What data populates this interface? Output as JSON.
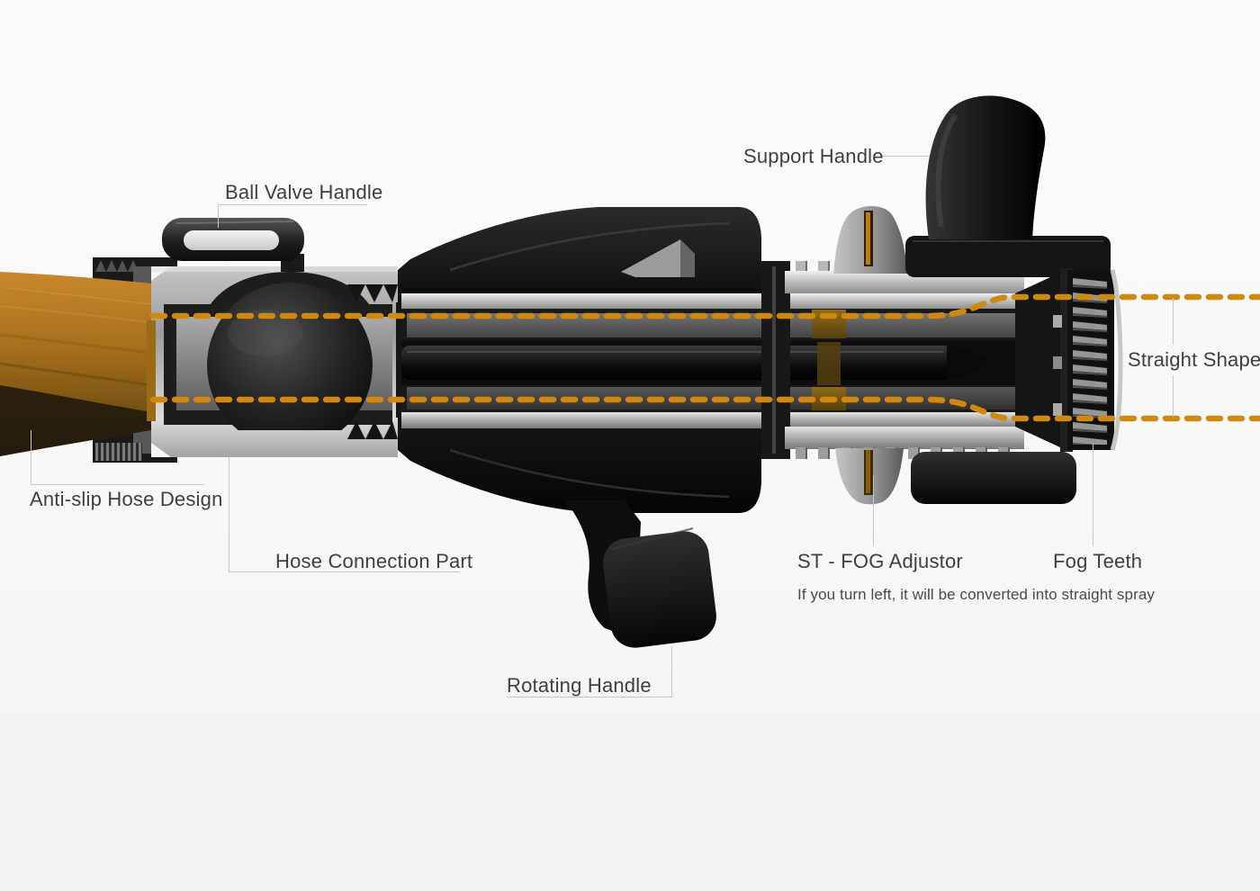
{
  "colors": {
    "background": "#FAFAFA",
    "label_text": "#3F3F3F",
    "note_text": "#4A4A4A",
    "leader_line": "#C8C8C8",
    "spray_path": "#D0880F",
    "hose_accent": "#A9701B"
  },
  "annotations": {
    "ball_valve_handle": "Ball Valve Handle",
    "support_handle": "Support Handle",
    "straight_shape": "Straight Shape",
    "anti_slip_hose_design": "Anti-slip Hose Design",
    "hose_connection_part": "Hose Connection Part",
    "st_fog_adjustor": "ST - FOG Adjustor",
    "fog_teeth": "Fog Teeth",
    "rotating_handle": "Rotating Handle",
    "note": "If you turn left, it will be converted into straight spray"
  }
}
